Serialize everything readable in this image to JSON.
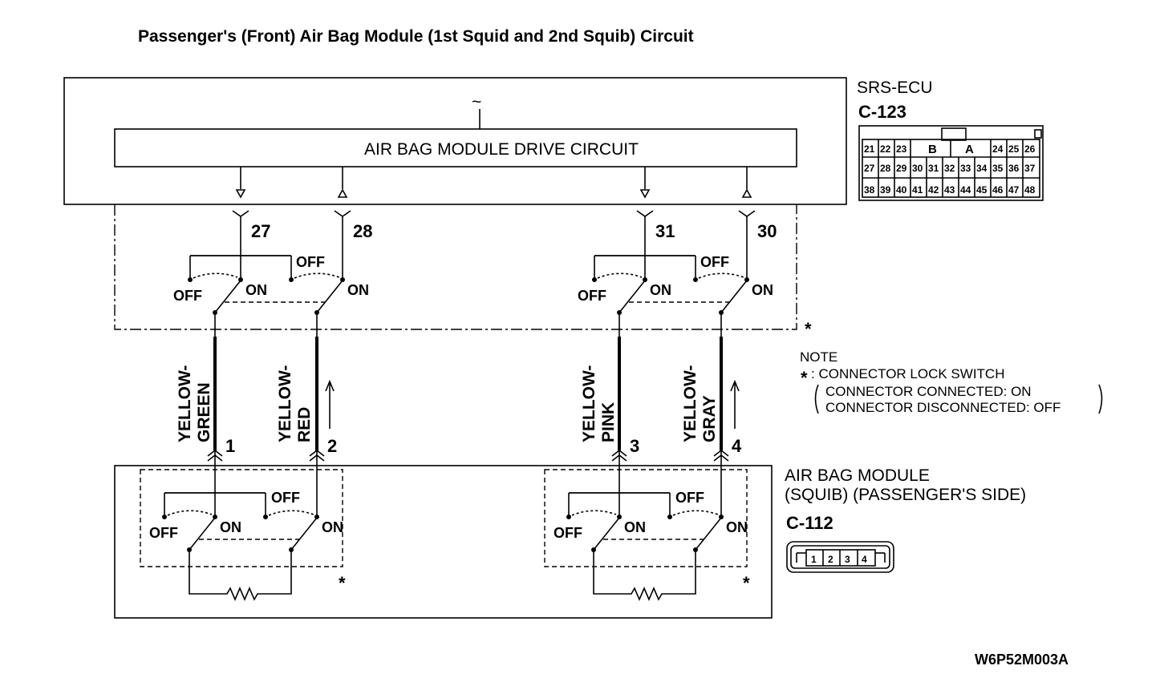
{
  "title": "Passenger's (Front) Air Bag Module (1st Squid and 2nd Squib) Circuit",
  "drive_circuit_label": "AIR BAG MODULE DRIVE CIRCUIT",
  "ecu": {
    "name": "SRS-ECU",
    "connector": "C-123",
    "pins_row1": [
      "21",
      "22",
      "23",
      "B",
      "A",
      "24",
      "25",
      "26"
    ],
    "pins_row2": [
      "27",
      "28",
      "29",
      "30",
      "31",
      "32",
      "33",
      "34",
      "35",
      "36",
      "37"
    ],
    "pins_row3": [
      "38",
      "39",
      "40",
      "41",
      "42",
      "43",
      "44",
      "45",
      "46",
      "47",
      "48"
    ]
  },
  "ecu_terminals": [
    "27",
    "28",
    "31",
    "30"
  ],
  "switch": {
    "off": "OFF",
    "on": "ON"
  },
  "asterisk": "*",
  "wires": [
    {
      "line1": "YELLOW-",
      "line2": "GREEN",
      "terminal": "1"
    },
    {
      "line1": "YELLOW-",
      "line2": "RED",
      "terminal": "2"
    },
    {
      "line1": "YELLOW-",
      "line2": "PINK",
      "terminal": "3"
    },
    {
      "line1": "YELLOW-",
      "line2": "GRAY",
      "terminal": "4"
    }
  ],
  "note": {
    "heading": "NOTE",
    "line1": ": CONNECTOR LOCK SWITCH",
    "line2": "CONNECTOR CONNECTED: ON",
    "line3": "CONNECTOR DISCONNECTED: OFF"
  },
  "module": {
    "line1": "AIR BAG MODULE",
    "line2": "(SQUIB) (PASSENGER'S SIDE)",
    "connector": "C-112",
    "pins": [
      "1",
      "2",
      "3",
      "4"
    ]
  },
  "figure_code": "W6P52M003A"
}
